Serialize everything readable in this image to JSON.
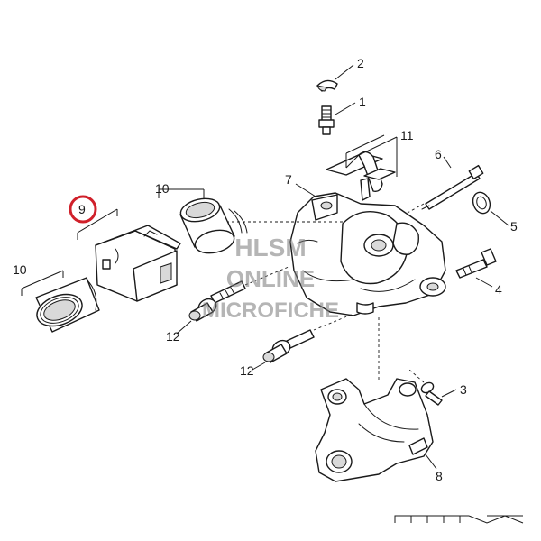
{
  "callouts": {
    "c1": "1",
    "c2": "2",
    "c3": "3",
    "c4": "4",
    "c5": "5",
    "c6": "6",
    "c7": "7",
    "c8": "8",
    "c9": "9",
    "c10a": "10",
    "c10b": "10",
    "c11": "11",
    "c12a": "12",
    "c12b": "12"
  },
  "highlight": {
    "part": "9",
    "color": "#d0202a"
  },
  "watermark": {
    "line1": "HLSM",
    "line2": "ONLINE",
    "line3": "MICROFICHE"
  },
  "icons": {
    "corner_logo": "harley-davidson-wordmark-icon"
  }
}
